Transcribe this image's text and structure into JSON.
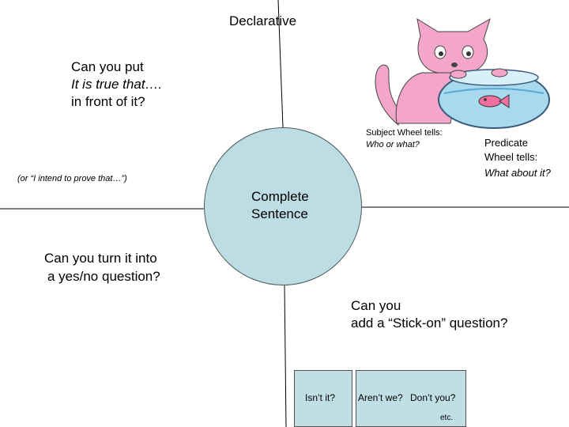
{
  "title": "Declarative",
  "center": {
    "line1": "Complete",
    "line2": "Sentence"
  },
  "top_left": {
    "line1": "Can you put",
    "line2": "It is true that….",
    "line3": "in front of it?"
  },
  "aside": "(or “I intend to prove that…”)",
  "subject": {
    "line1": "Subject Wheel tells:",
    "line2": "Who or what?"
  },
  "predicate": {
    "line1": "Predicate",
    "line2": "Wheel tells:",
    "line3": "What about it?"
  },
  "bottom_left": {
    "line1": "Can you turn it into",
    "line2": "a yes/no question?"
  },
  "bottom_right": {
    "line1": "Can you",
    "line2": "add a “Stick-on” question?"
  },
  "tags": [
    "Isn’t it?",
    "Aren’t we?",
    "Don’t you?"
  ],
  "tags_etc": "etc.",
  "colors": {
    "circle": "#bbdde3",
    "cat": "#f3a6c9",
    "bowl": "#a9d9ee"
  },
  "image": "pink-cat-with-fishbowl"
}
